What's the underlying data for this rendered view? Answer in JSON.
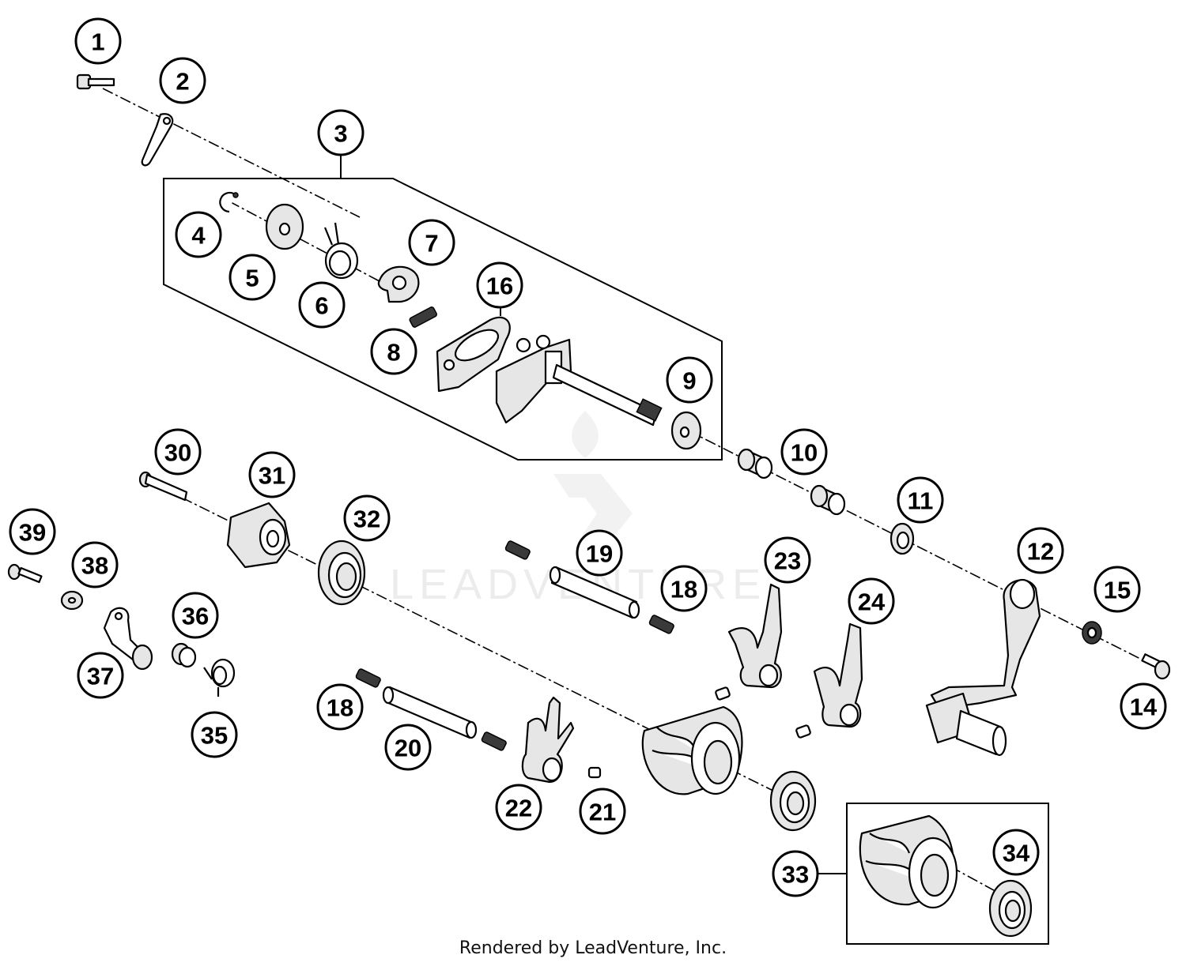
{
  "diagram": {
    "watermark": "LEADVENTURE",
    "credit": "Rendered by LeadVenture, Inc.",
    "callouts": [
      "1",
      "2",
      "3",
      "4",
      "5",
      "6",
      "7",
      "8",
      "9",
      "10",
      "11",
      "12",
      "14",
      "15",
      "16",
      "18",
      "18",
      "19",
      "20",
      "21",
      "22",
      "23",
      "24",
      "30",
      "31",
      "32",
      "33",
      "34",
      "35",
      "36",
      "37",
      "38",
      "39"
    ]
  }
}
